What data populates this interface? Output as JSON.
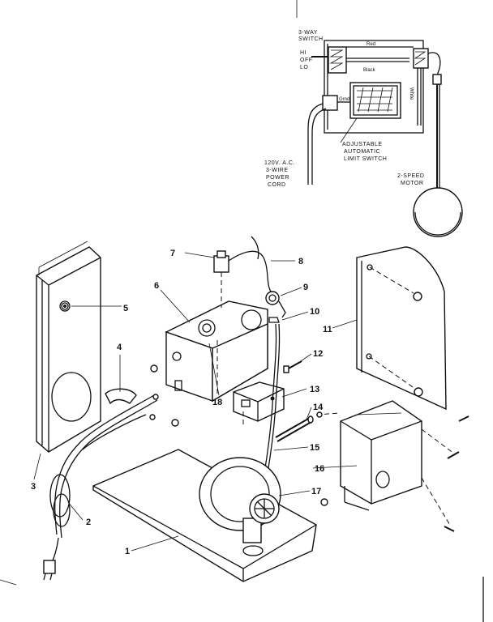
{
  "wiring": {
    "switch_label_1": "3-WAY",
    "switch_label_2": "SWITCH",
    "pos_hi": "HI",
    "pos_off": "OFF",
    "pos_lo": "LO",
    "wire_red": "Red",
    "wire_black": "Black",
    "wire_white": "White",
    "wire_grnd": "Grnd",
    "limit_1": "ADJUSTABLE",
    "limit_2": "AUTOMATIC",
    "limit_3": "LIMIT SWITCH",
    "cord_1": "120V. A.C.",
    "cord_2": "3-WIRE",
    "cord_3": "POWER",
    "cord_4": "CORD",
    "motor_1": "2-SPEED",
    "motor_2": "MOTOR"
  },
  "callouts": [
    "1",
    "2",
    "3",
    "4",
    "5",
    "6",
    "7",
    "8",
    "9",
    "10",
    "11",
    "12",
    "13",
    "14",
    "15",
    "16",
    "17",
    "18"
  ]
}
